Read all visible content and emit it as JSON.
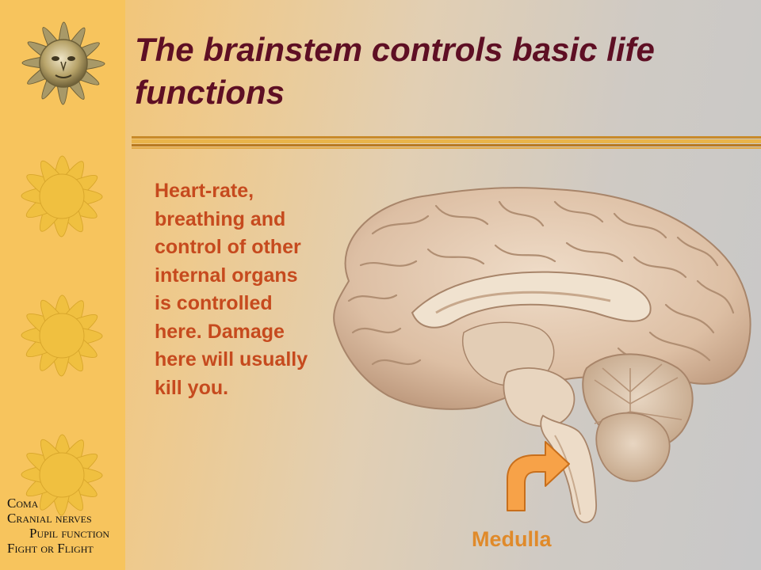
{
  "slide": {
    "title": "The brainstem controls basic life functions",
    "body": "Heart-rate, breathing and control of other internal organs is controlled here. Damage here will usually kill you.",
    "medulla_label": "Medulla"
  },
  "footnote": {
    "line1": "Coma",
    "line2": "Cranial nerves",
    "line3": "Pupil function",
    "line4": "Fight or Flight"
  },
  "colors": {
    "title": "#5e0f24",
    "body_text": "#c64a1e",
    "label": "#e08a2a",
    "arrow": "#f7a248",
    "sidebar": "#f7c45d",
    "sun_rays": "#f0c040"
  },
  "icons": [
    "sun-face-icon",
    "sun-icon",
    "curved-arrow-icon"
  ]
}
